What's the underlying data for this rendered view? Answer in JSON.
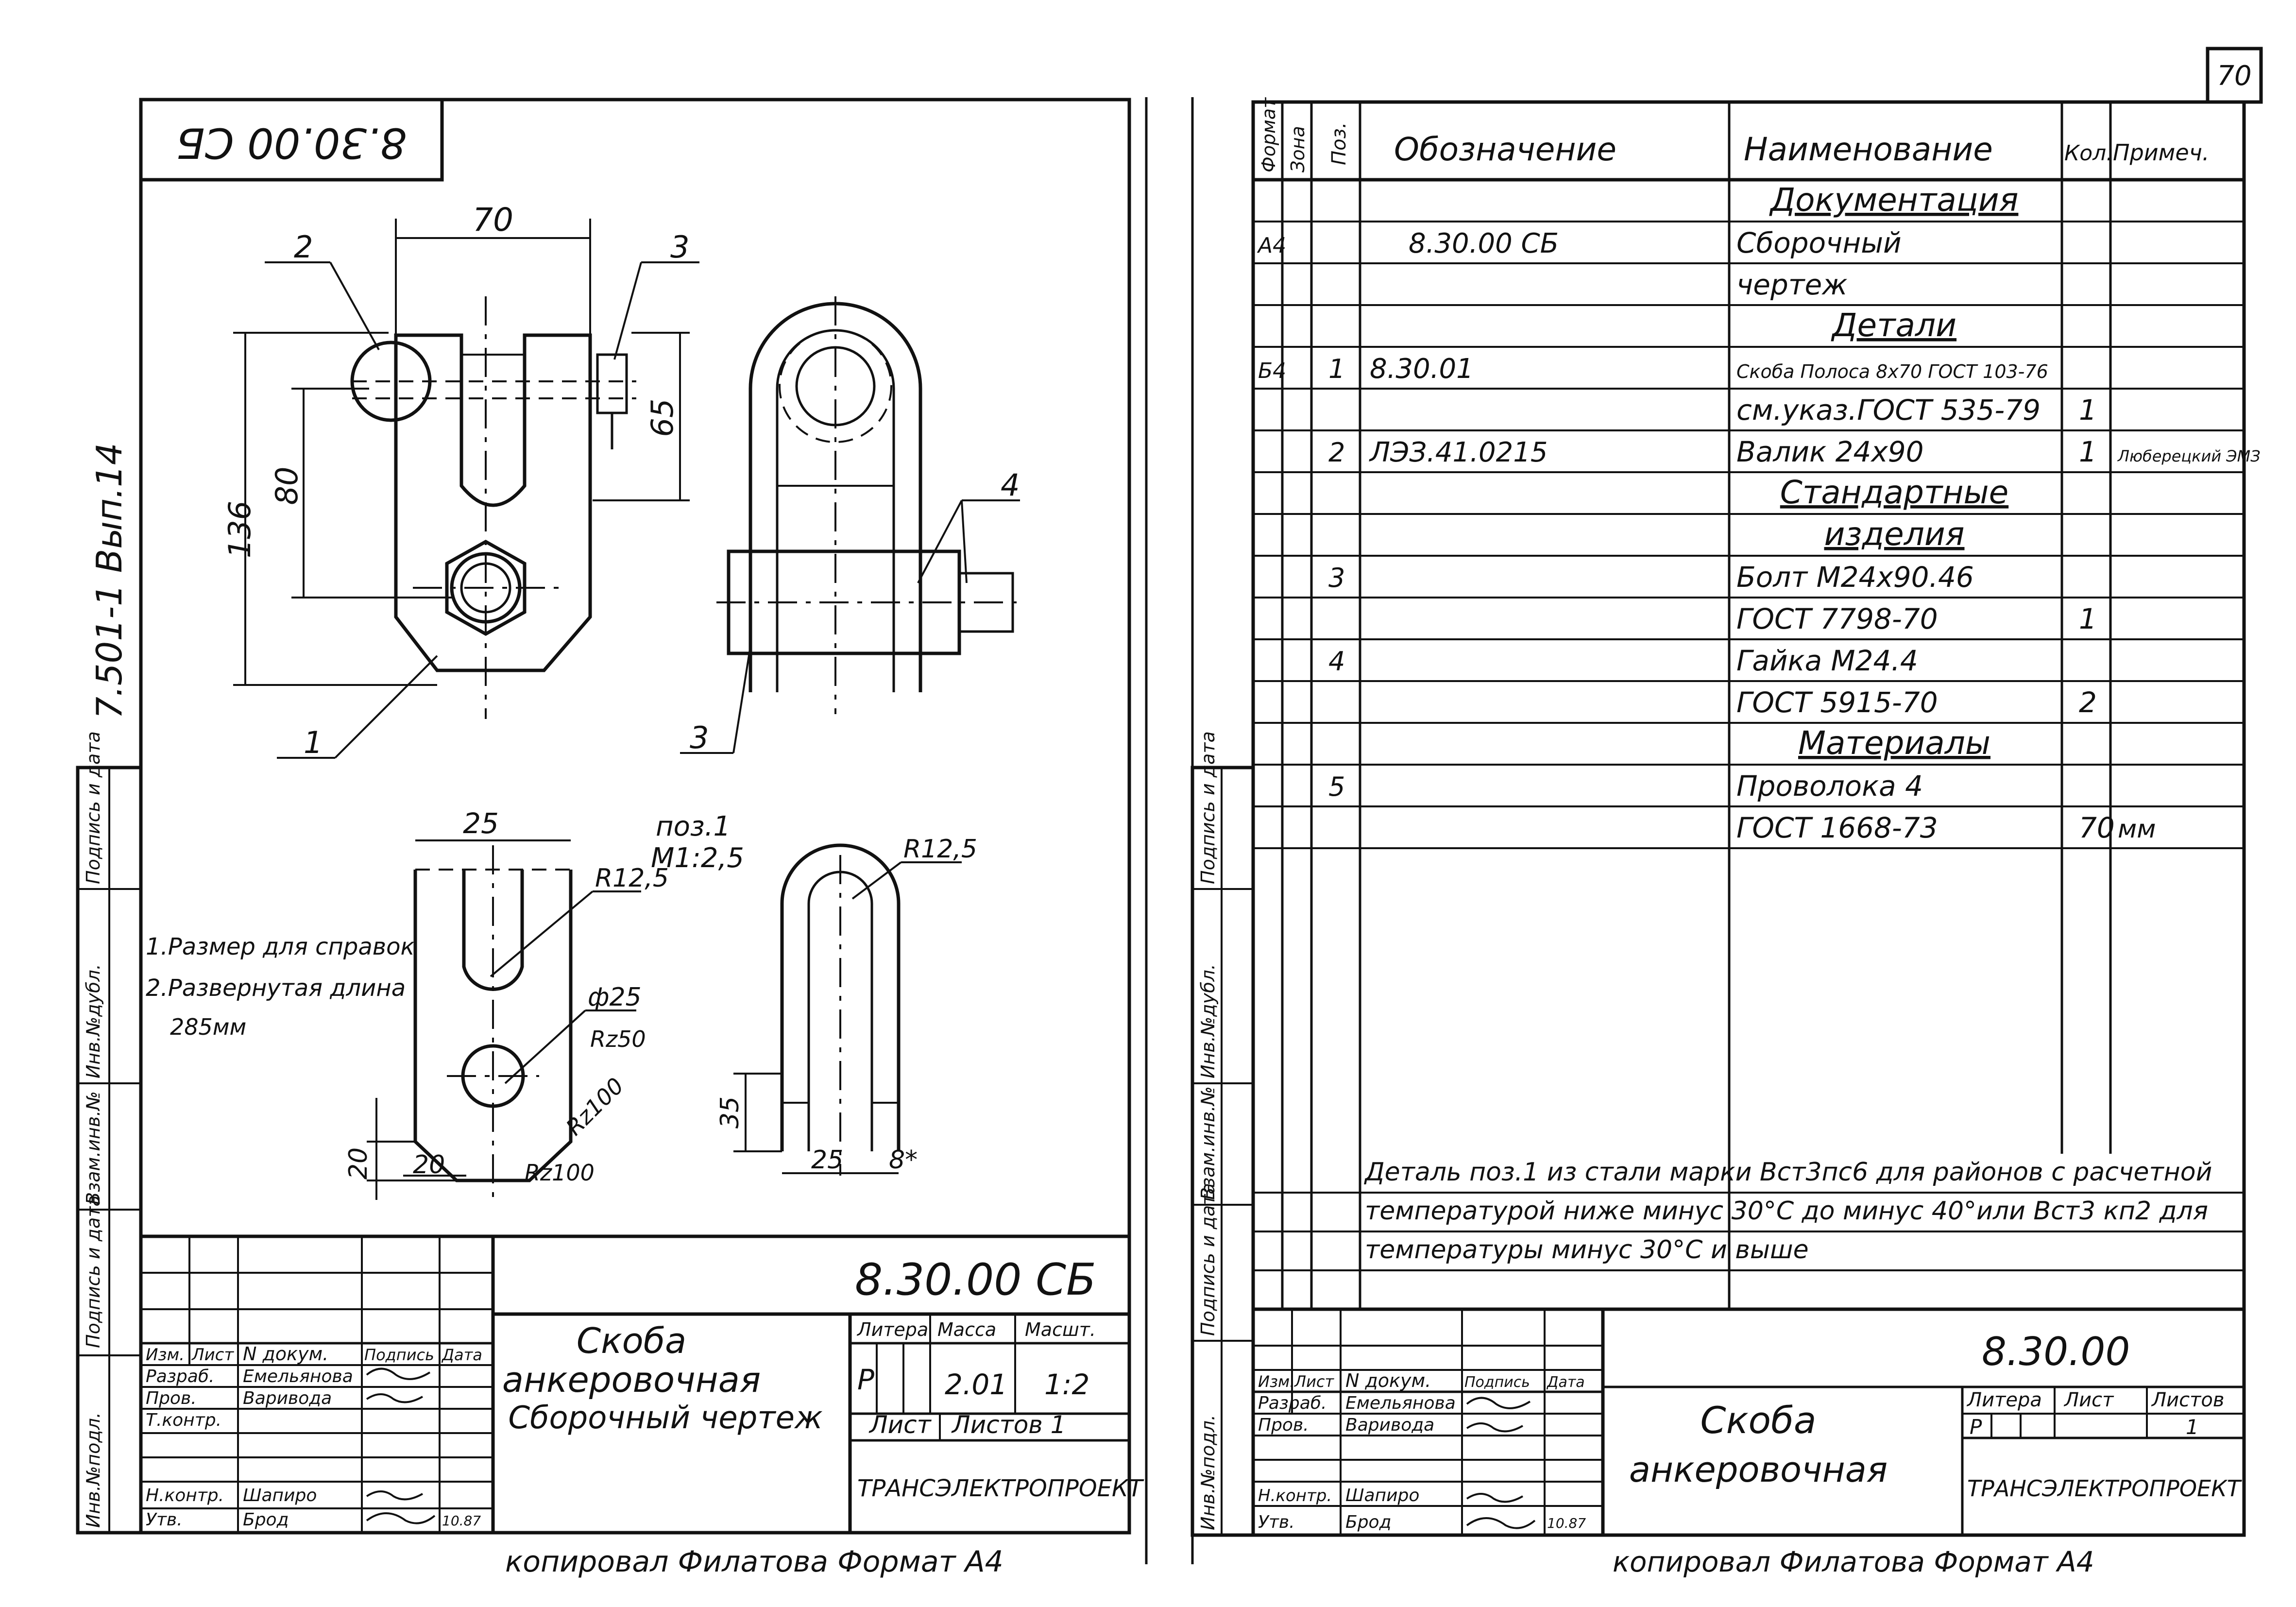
{
  "page_number": "70",
  "series_label": "7.501-1 Вып.14",
  "left_sheet": {
    "rotated_code": "8.30.00 СБ",
    "views": {
      "front": {
        "dim_top": "70",
        "dim_height_total": "136",
        "dim_height_inner": "80",
        "dim_right": "65",
        "callouts": [
          "2",
          "3",
          "1"
        ]
      },
      "side": {
        "callouts": [
          "4",
          "3"
        ]
      },
      "detail": {
        "title_line1": "поз.1",
        "title_line2": "М1:2,5",
        "dim_width": "25",
        "dim_radius": "R12,5",
        "dim_diameter": "ф25",
        "roughness_1": "Rz50",
        "roughness_2": "Rz100",
        "roughness_3": "Rz100",
        "dim_side": "20",
        "dim_bottom": "20"
      },
      "bent": {
        "dim_radius": "R12,5",
        "dim_height": "35",
        "dim_width": "25",
        "dim_thickness": "8*"
      }
    },
    "notes": [
      "1.Размер для справок",
      "2.Развернутая длина",
      "285мм"
    ],
    "side_strip": [
      "Инв.№подл.",
      "Подпись и дата",
      "Взам.инв.№",
      "Инв.№дубл.",
      "Подпись и дата"
    ],
    "title_block": {
      "doc_code": "8.30.00 СБ",
      "name_line1": "Скоба",
      "name_line2": "анкеровочная",
      "name_line3": "Сборочный чертеж",
      "hdr_litera": "Литера",
      "hdr_mass": "Масса",
      "hdr_scale": "Масшт.",
      "litera": "Р",
      "mass": "2.01",
      "scale": "1:2",
      "sheet_label": "Лист",
      "sheets_label": "Листов 1",
      "organization": "ТРАНСЭЛЕКТРОПРОЕКТ",
      "stamp_header": [
        "Изм.",
        "Лист",
        "N докум.",
        "Подпись",
        "Дата"
      ],
      "roles": [
        {
          "role": "Разраб.",
          "name": "Емельянова"
        },
        {
          "role": "Пров.",
          "name": "Варивода"
        },
        {
          "role": "Т.контр.",
          "name": ""
        },
        {
          "role": "",
          "name": ""
        },
        {
          "role": "Н.контр.",
          "name": "Шапиро"
        },
        {
          "role": "Утв.",
          "name": "Брод"
        }
      ],
      "date": "10.87"
    },
    "footer": "копировал  Филатова  Формат А4"
  },
  "right_sheet": {
    "headers": {
      "format": "Формат",
      "zone": "Зона",
      "pos": "Поз.",
      "designation": "Обозначение",
      "name": "Наименование",
      "qty": "Кол.",
      "note": "Примеч."
    },
    "rows": [
      {
        "format": "",
        "pos": "",
        "designation": "",
        "name": "Документация",
        "qty": "",
        "note": "",
        "section": true
      },
      {
        "format": "А4",
        "pos": "",
        "designation": "8.30.00 СБ",
        "name": "Сборочный",
        "qty": "",
        "note": ""
      },
      {
        "format": "",
        "pos": "",
        "designation": "",
        "name": "чертеж",
        "qty": "",
        "note": ""
      },
      {
        "format": "",
        "pos": "",
        "designation": "",
        "name": "Детали",
        "qty": "",
        "note": "",
        "section": true
      },
      {
        "format": "Б4",
        "pos": "1",
        "designation": "8.30.01",
        "name": "Скоба Полоса 8х70 ГОСТ 103-76",
        "qty": "",
        "note": ""
      },
      {
        "format": "",
        "pos": "",
        "designation": "",
        "name": "см.указ.ГОСТ 535-79",
        "qty": "1",
        "note": ""
      },
      {
        "format": "",
        "pos": "2",
        "designation": "ЛЭЗ.41.0215",
        "name": "Валик 24х90",
        "qty": "1",
        "note": "Люберецкий ЭМЗ"
      },
      {
        "format": "",
        "pos": "",
        "designation": "",
        "name": "Стандартные",
        "qty": "",
        "note": "",
        "section": true
      },
      {
        "format": "",
        "pos": "",
        "designation": "",
        "name": "изделия",
        "qty": "",
        "note": "",
        "section": true
      },
      {
        "format": "",
        "pos": "3",
        "designation": "",
        "name": "Болт М24х90.46",
        "qty": "",
        "note": ""
      },
      {
        "format": "",
        "pos": "",
        "designation": "",
        "name": "ГОСТ 7798-70",
        "qty": "1",
        "note": ""
      },
      {
        "format": "",
        "pos": "4",
        "designation": "",
        "name": "Гайка М24.4",
        "qty": "",
        "note": ""
      },
      {
        "format": "",
        "pos": "",
        "designation": "",
        "name": "ГОСТ 5915-70",
        "qty": "2",
        "note": ""
      },
      {
        "format": "",
        "pos": "",
        "designation": "",
        "name": "Материалы",
        "qty": "",
        "note": "",
        "section": true
      },
      {
        "format": "",
        "pos": "5",
        "designation": "",
        "name": "Проволока 4",
        "qty": "",
        "note": ""
      },
      {
        "format": "",
        "pos": "",
        "designation": "",
        "name": "ГОСТ 1668-73",
        "qty": "70",
        "note": "мм"
      }
    ],
    "remark_lines": [
      "Деталь поз.1 из стали марки Вст3пс6 для районов с расчетной",
      "температурой ниже минус 30°С до минус 40°или Вст3 кп2 для",
      "температуры минус 30°С и выше"
    ],
    "side_strip": [
      "Инв.№подл.",
      "Подпись и дата",
      "Взам.инв.№",
      "Инв.№дубл.",
      "Подпись и дата"
    ],
    "title_block": {
      "doc_code": "8.30.00",
      "name_line1": "Скоба",
      "name_line2": "анкеровочная",
      "hdr_litera": "Литера",
      "hdr_sheet": "Лист",
      "hdr_sheets": "Листов",
      "litera": "Р",
      "sheets": "1",
      "organization": "ТРАНСЭЛЕКТРОПРОЕКТ",
      "stamp_header": [
        "Изм.",
        "Лист",
        "N докум.",
        "Подпись",
        "Дата"
      ],
      "roles": [
        {
          "role": "Разраб.",
          "name": "Емельянова"
        },
        {
          "role": "Пров.",
          "name": "Варивода"
        },
        {
          "role": "",
          "name": ""
        },
        {
          "role": "",
          "name": ""
        },
        {
          "role": "Н.контр.",
          "name": "Шапиро"
        },
        {
          "role": "Утв.",
          "name": "Брод"
        }
      ],
      "date": "10.87"
    },
    "footer": "копировал  Филатова  Формат А4"
  }
}
